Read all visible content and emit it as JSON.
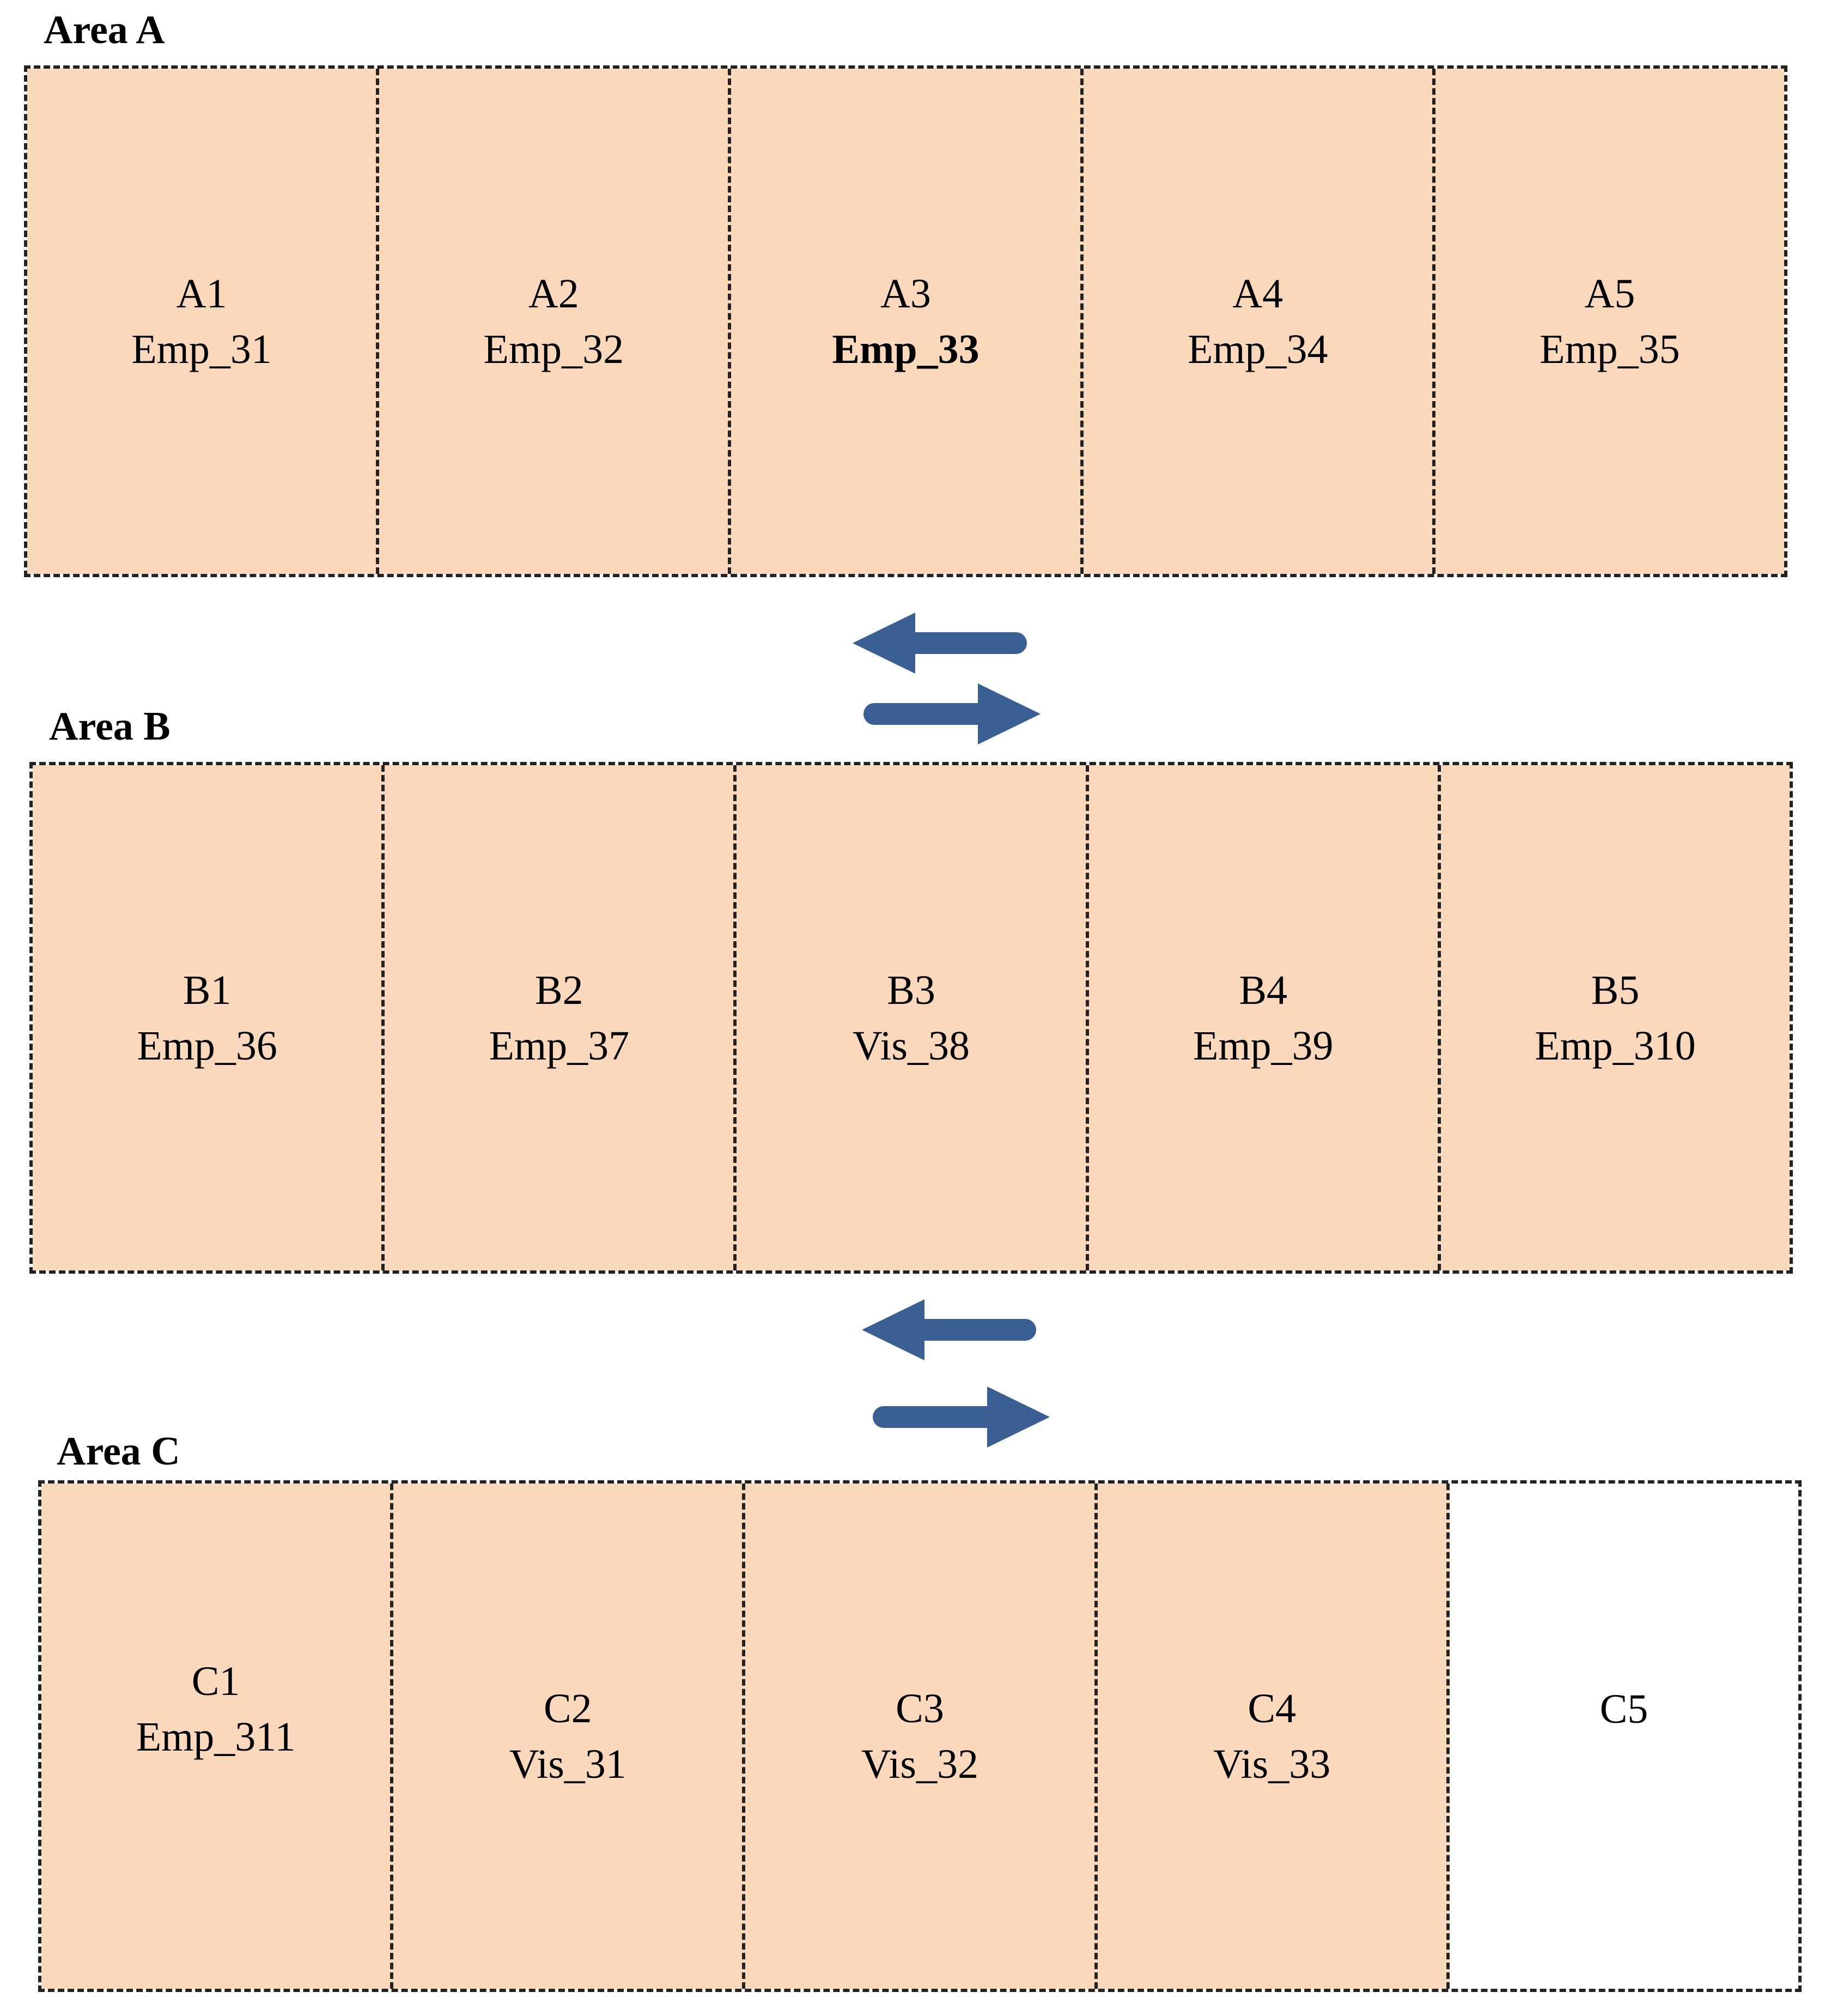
{
  "areas": [
    {
      "title": "Area A",
      "cells": [
        {
          "label": "A1",
          "occupant": "Emp_31"
        },
        {
          "label": "A2",
          "occupant": "Emp_32"
        },
        {
          "label": "A3",
          "occupant": "Emp_33",
          "emphasis": true
        },
        {
          "label": "A4",
          "occupant": "Emp_34"
        },
        {
          "label": "A5",
          "occupant": "Emp_35"
        }
      ]
    },
    {
      "title": "Area B",
      "cells": [
        {
          "label": "B1",
          "occupant": "Emp_36"
        },
        {
          "label": "B2",
          "occupant": "Emp_37"
        },
        {
          "label": "B3",
          "occupant": "Vis_38"
        },
        {
          "label": "B4",
          "occupant": "Emp_39"
        },
        {
          "label": "B5",
          "occupant": "Emp_310"
        }
      ]
    },
    {
      "title": "Area C",
      "cells": [
        {
          "label": "C1",
          "occupant": "Emp_311"
        },
        {
          "label": "C2",
          "occupant": "Vis_31"
        },
        {
          "label": "C3",
          "occupant": "Vis_32"
        },
        {
          "label": "C4",
          "occupant": "Vis_33"
        },
        {
          "label": "C5",
          "occupant": ""
        }
      ]
    }
  ],
  "colors": {
    "cell_fill": "#f9d8bc",
    "empty_fill": "#ffffff",
    "border": "#222222",
    "arrow": "#3a5f93"
  }
}
